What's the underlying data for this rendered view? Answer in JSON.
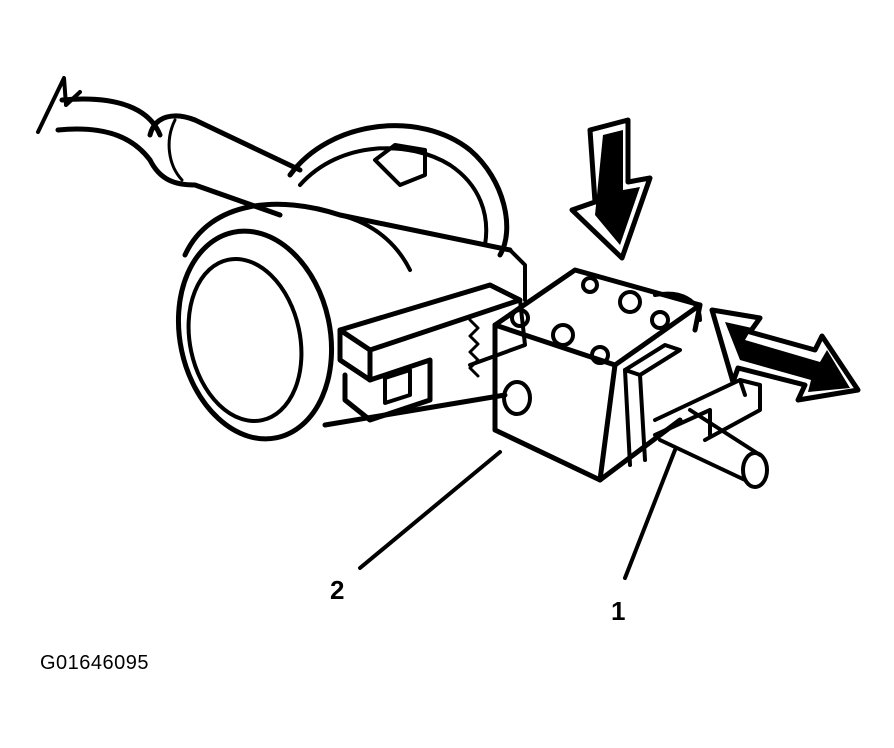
{
  "figure": {
    "callouts": [
      {
        "number": "1"
      },
      {
        "number": "2"
      }
    ],
    "figure_id": "G01646095",
    "icons": [
      "down-arrow-icon",
      "double-headed-arrow-icon",
      "cable-break-icon"
    ]
  }
}
